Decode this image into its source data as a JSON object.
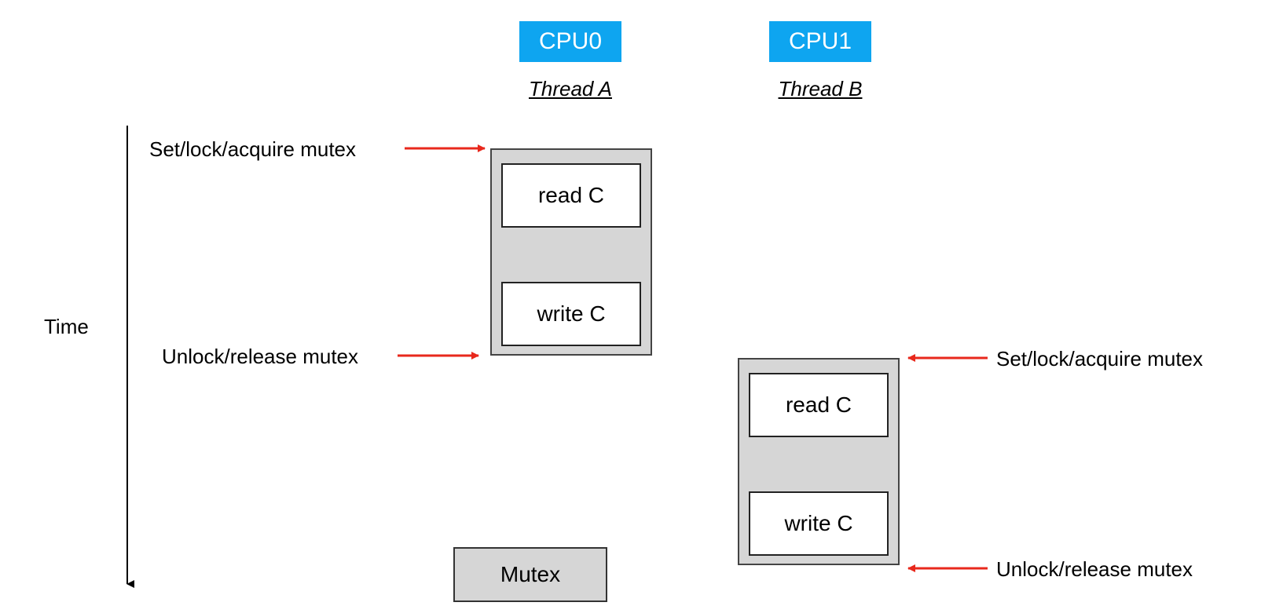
{
  "cpus": [
    {
      "badge": "CPU0",
      "thread": "Thread A"
    },
    {
      "badge": "CPU1",
      "thread": "Thread B"
    }
  ],
  "time_label": "Time",
  "thread_a": {
    "acquire_label": "Set/lock/acquire mutex",
    "release_label": "Unlock/release mutex",
    "read_label": "read C",
    "write_label": "write C"
  },
  "thread_b": {
    "acquire_label": "Set/lock/acquire mutex",
    "release_label": "Unlock/release mutex",
    "read_label": "read C",
    "write_label": "write C"
  },
  "mutex_label": "Mutex",
  "colors": {
    "cpu_badge": "#0ea5f0",
    "arrow": "#e8281c",
    "critical_section_fill": "#d6d6d6"
  }
}
